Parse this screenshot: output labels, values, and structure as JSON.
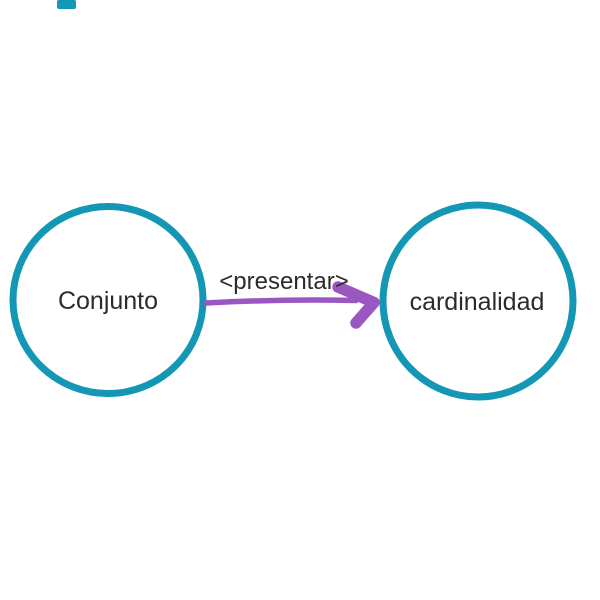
{
  "diagram": {
    "background_color": "#ffffff",
    "colors": {
      "node_stroke": "#1397b4",
      "edge": "#9a57c1",
      "text": "#2b2b2b"
    },
    "nodes": [
      {
        "id": "conjunto",
        "label": "Conjunto"
      },
      {
        "id": "cardinalidad",
        "label": "cardinalidad"
      }
    ],
    "edge": {
      "label": "<presentar>",
      "from": "conjunto",
      "to": "cardinalidad",
      "direction": "right"
    },
    "artifacts": {
      "top_edge_mark_color": "#1397b4"
    }
  }
}
